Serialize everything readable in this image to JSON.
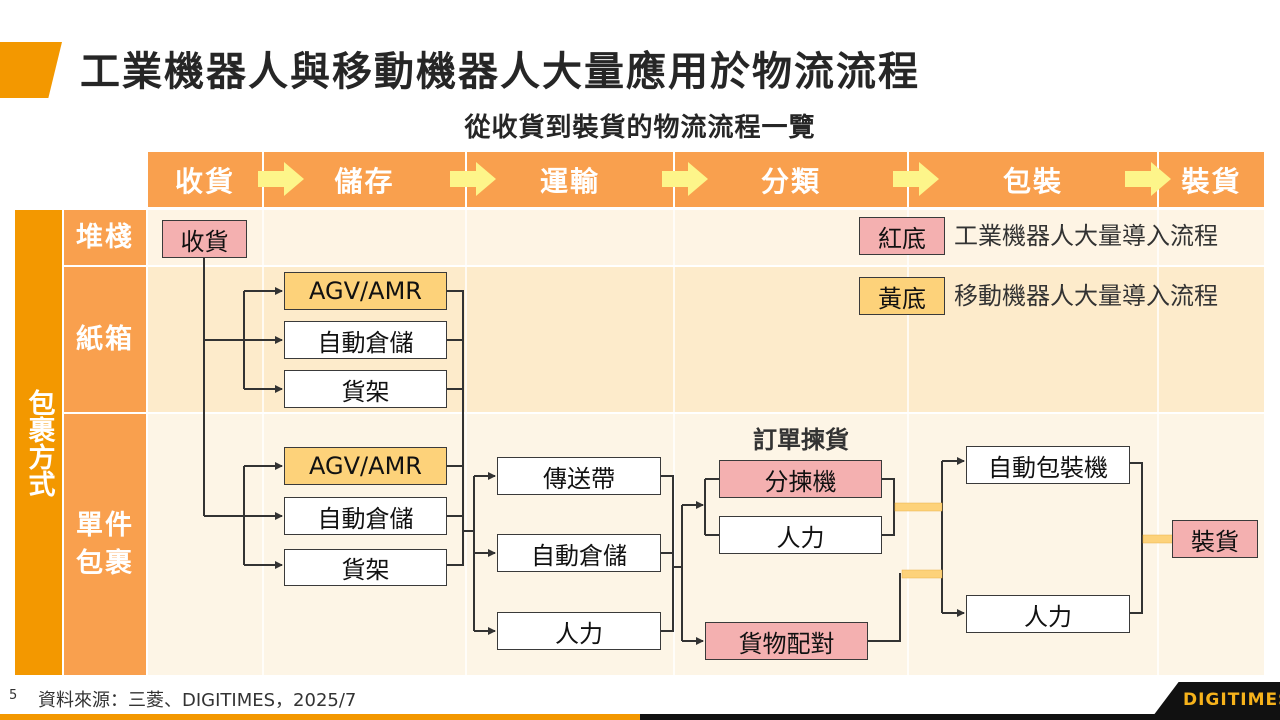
{
  "header": {
    "title": "工業機器人與移動機器人大量應用於物流流程",
    "subtitle": "從收貨到裝貨的物流流程一覽"
  },
  "stages": [
    "收貨",
    "儲存",
    "運輸",
    "分類",
    "包裝",
    "裝貨"
  ],
  "packaging": {
    "outer_label": "包裹方式",
    "rows": [
      "堆棧",
      "紙箱",
      "單件\n包裹"
    ],
    "rows_line1": [
      "堆棧",
      "紙箱",
      "單件"
    ],
    "rows_line2": [
      "",
      "",
      "包裹"
    ]
  },
  "legend": [
    {
      "swatch": "紅底",
      "text": "工業機器人大量導入流程",
      "color": "#F4B0B0"
    },
    {
      "swatch": "黃底",
      "text": "移動機器人大量導入流程",
      "color": "#FDD27A"
    }
  ],
  "nodes": {
    "receive": "收貨",
    "carton_agv": "AGV/AMR",
    "carton_asrs": "自動倉儲",
    "carton_rack": "貨架",
    "single_agv": "AGV/AMR",
    "single_asrs": "自動倉儲",
    "single_rack": "貨架",
    "conveyor": "傳送帶",
    "transport_asrs": "自動倉儲",
    "transport_manual": "人力",
    "order_picking_caption": "訂單揀貨",
    "sorter": "分揀機",
    "sort_manual": "人力",
    "goods_matching": "貨物配對",
    "auto_packer": "自動包裝機",
    "pack_manual": "人力",
    "shipping": "裝貨"
  },
  "colors": {
    "industrial_robot": "#F4B0B0",
    "mobile_robot": "#FDD27A",
    "accent": "#F39800",
    "header_orange": "#F9A04E"
  },
  "footer": {
    "page_number": "5",
    "source": "資料來源：三菱、DIGITIMES，2025/7",
    "logo": "DIGITIMES"
  }
}
